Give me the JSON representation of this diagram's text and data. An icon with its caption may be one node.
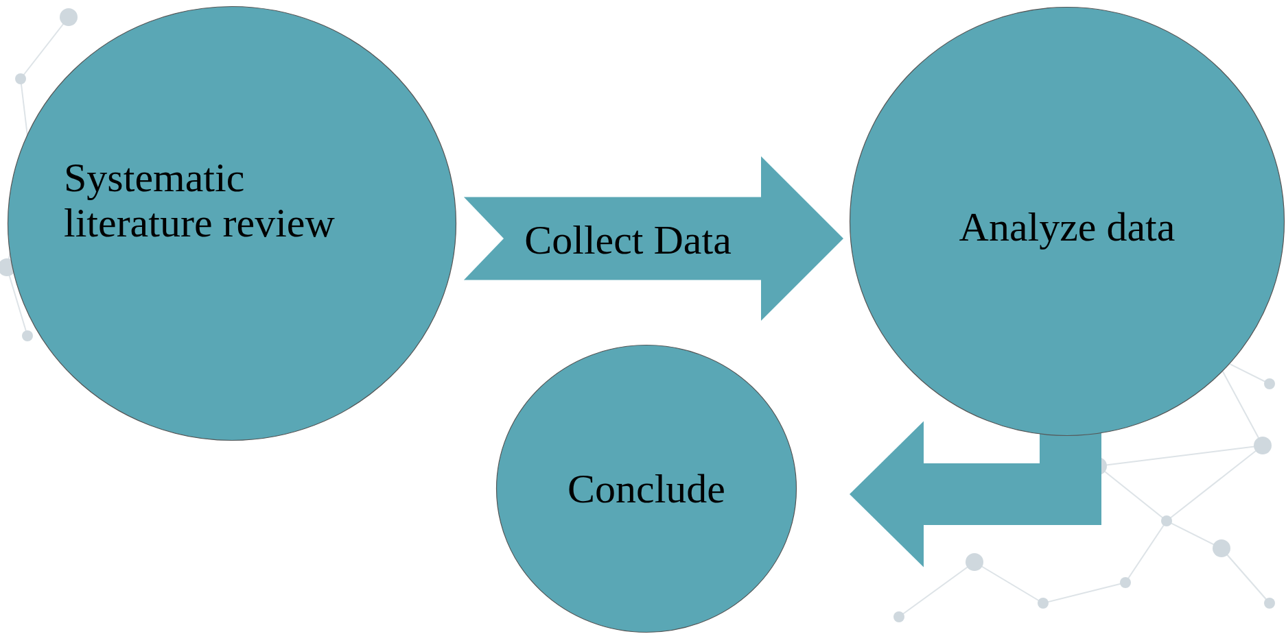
{
  "diagram": {
    "nodes": [
      {
        "text": [
          "Systematic literature review"
        ]
      },
      {
        "text": [
          "Analyze data"
        ]
      },
      {
        "text": [
          "Conclude"
        ]
      }
    ],
    "edges": [
      {
        "from": 0,
        "to": 1,
        "arrow": "to",
        "label": "Collect Data"
      },
      {
        "from": 1,
        "to": 2,
        "arrow": "to"
      }
    ]
  }
}
